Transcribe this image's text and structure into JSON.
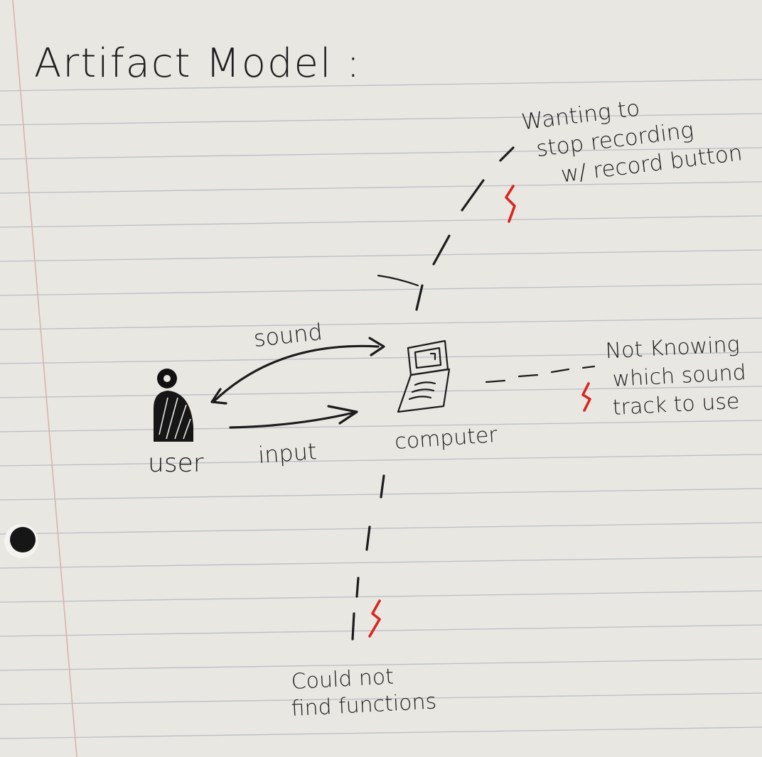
{
  "title": "Artifact Model :",
  "nodes": {
    "user": "user",
    "computer": "computer"
  },
  "edges": {
    "sound": "sound",
    "input": "input"
  },
  "breakdowns": {
    "top": [
      "Wanting to",
      "stop recording",
      "w/ record button"
    ],
    "right": [
      "Not Knowing",
      "which sound",
      "track to use"
    ],
    "bottom": [
      "Could not",
      "find functions"
    ]
  },
  "colors": {
    "ink": "#1c1c1c",
    "breakdown": "#d8261f",
    "paper": "#e9e7e2",
    "rule": "#b9bdc6"
  }
}
